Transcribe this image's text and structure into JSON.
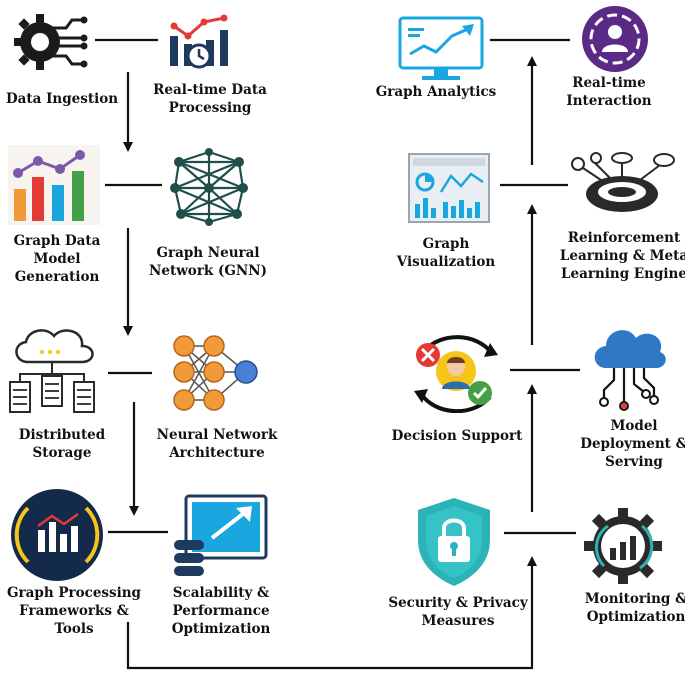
{
  "nodes": {
    "data_ingestion": {
      "lines": [
        "Data Ingestion"
      ]
    },
    "realtime_processing": {
      "lines": [
        "Real-time Data",
        "Processing"
      ]
    },
    "graph_data_model": {
      "lines": [
        "Graph Data",
        "Model",
        "Generation"
      ]
    },
    "gnn": {
      "lines": [
        "Graph Neural",
        "Network (GNN)"
      ]
    },
    "distributed_storage": {
      "lines": [
        "Distributed",
        "Storage"
      ]
    },
    "nn_architecture": {
      "lines": [
        "Neural Network",
        "Architecture"
      ]
    },
    "gp_frameworks": {
      "lines": [
        "Graph Processing",
        "Frameworks &",
        "Tools"
      ]
    },
    "scalability": {
      "lines": [
        "Scalability &",
        "Performance",
        "Optimization"
      ]
    },
    "graph_analytics": {
      "lines": [
        "Graph Analytics"
      ]
    },
    "realtime_interaction": {
      "lines": [
        "Real-time",
        "Interaction"
      ]
    },
    "graph_visualization": {
      "lines": [
        "Graph",
        "Visualization"
      ]
    },
    "rl_meta": {
      "lines": [
        "Reinforcement",
        "Learning & Meta",
        "Learning Engine"
      ]
    },
    "decision_support": {
      "lines": [
        "Decision Support"
      ]
    },
    "model_deployment": {
      "lines": [
        "Model",
        "Deployment &",
        "Serving"
      ]
    },
    "security_privacy": {
      "lines": [
        "Security & Privacy",
        "Measures"
      ]
    },
    "monitoring": {
      "lines": [
        "Monitoring &",
        "Optimization"
      ]
    }
  },
  "colors": {
    "ink": "#111111",
    "dark_icon": "#1b1b1b",
    "teal": "#2bb3b8",
    "cyan": "#1aa7e0",
    "navy": "#1f3a5f",
    "purple": "#6b3fa0",
    "orange": "#f29a3a",
    "red": "#e53935",
    "green": "#43a047",
    "yellow": "#f5c518",
    "gray": "#555555"
  },
  "icons": {
    "data_ingestion": "gear-circuit-icon",
    "realtime_processing": "bar-chart-clock-icon",
    "graph_data_model": "bar-line-chart-icon",
    "gnn": "network-graph-icon",
    "distributed_storage": "cloud-servers-icon",
    "nn_architecture": "neural-network-icon",
    "gp_frameworks": "chart-circle-icon",
    "scalability": "scale-arrow-icon",
    "graph_analytics": "monitor-analytics-icon",
    "realtime_interaction": "user-gear-icon",
    "graph_visualization": "dashboard-panel-icon",
    "rl_meta": "gear-brain-icon",
    "decision_support": "decision-person-icon",
    "model_deployment": "cloud-network-icon",
    "security_privacy": "shield-lock-icon",
    "monitoring": "gear-chart-icon"
  }
}
